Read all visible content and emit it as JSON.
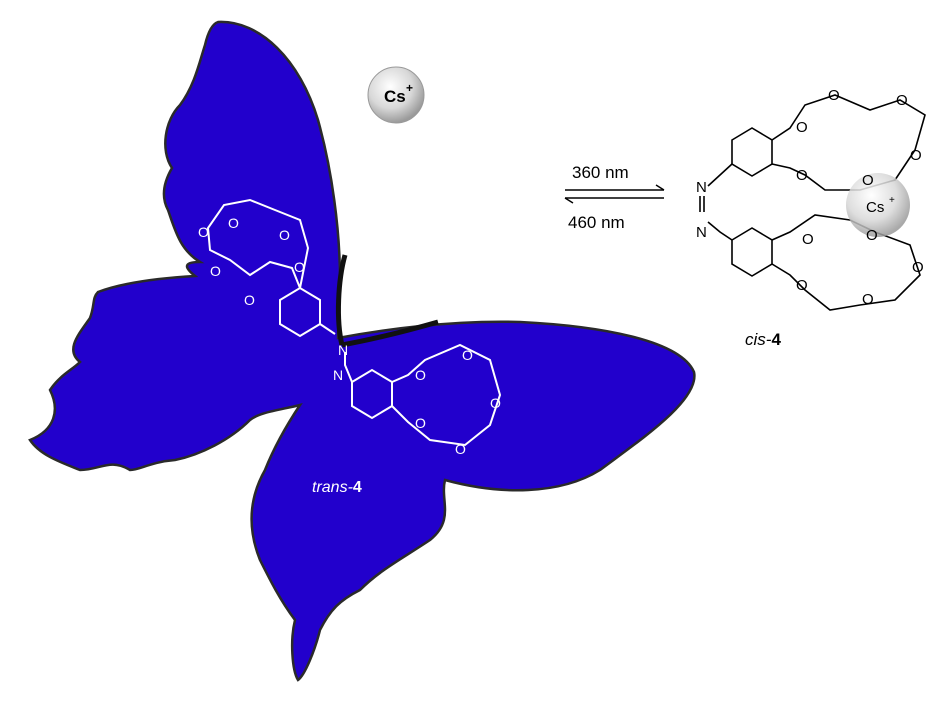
{
  "colors": {
    "butterfly": "#2200cc",
    "outline": "#2a2a2a",
    "bond_white": "#ffffff",
    "bond_black": "#000000",
    "ion_sphere": "#d9d9d9"
  },
  "ion": {
    "symbol": "Cs",
    "charge": "+"
  },
  "arrows": {
    "forward_label": "360 nm",
    "reverse_label": "460 nm"
  },
  "trans": {
    "label_prefix": "trans-",
    "label_number": "4",
    "azo_atom": "N",
    "oxygen": "O"
  },
  "cis": {
    "label_prefix": "cis-",
    "label_number": "4",
    "azo_atom": "N",
    "oxygen": "O",
    "ion_symbol": "Cs",
    "ion_charge": "+"
  }
}
